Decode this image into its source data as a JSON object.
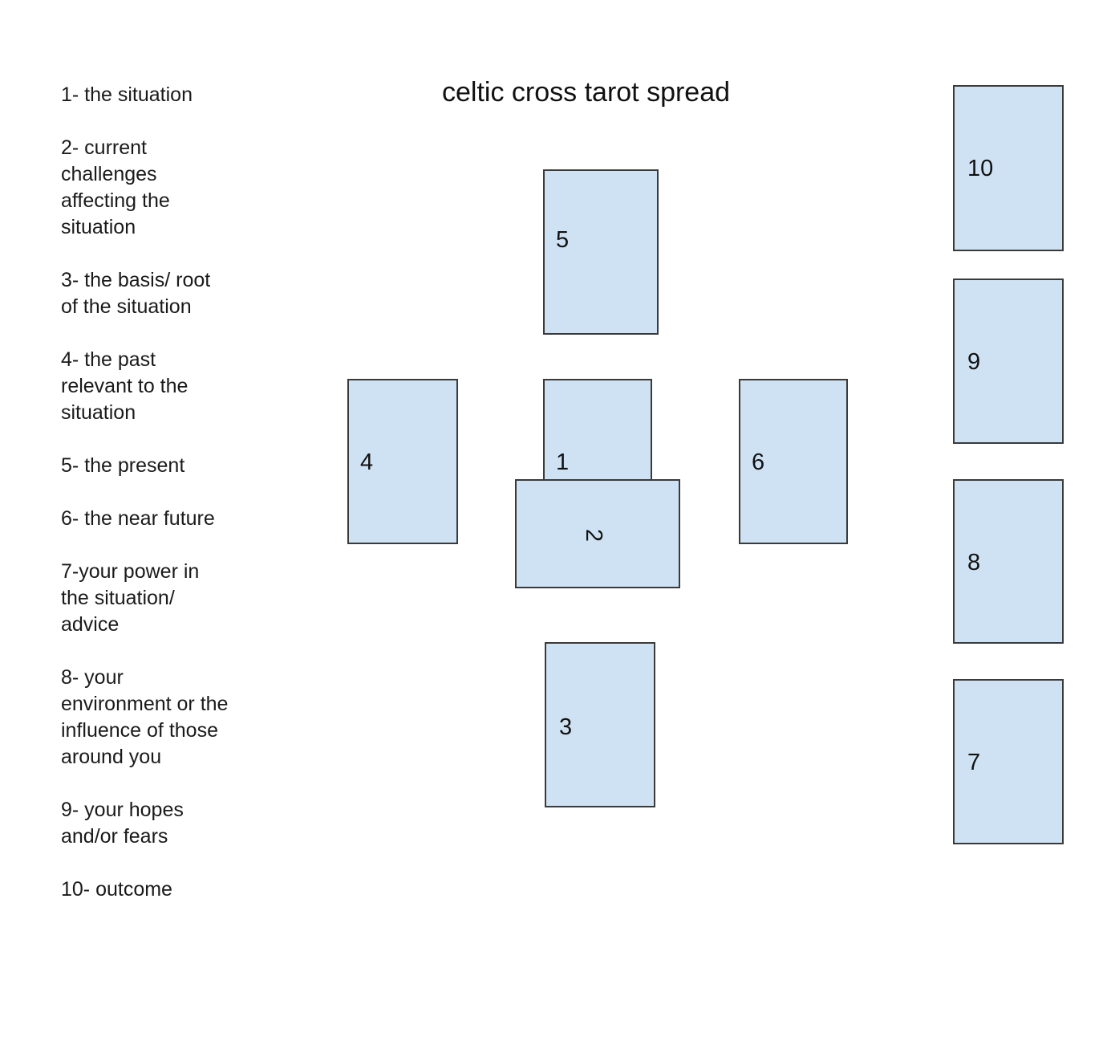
{
  "title": "celtic cross tarot spread",
  "legend": [
    "1- the situation",
    "2- current challenges affecting the situation",
    "3- the basis/ root of the situation",
    "4- the past relevant to the situation",
    "5- the present",
    "6- the near future",
    "7-your power in the situation/ advice",
    "8- your environment or the influence of those around you",
    "9- your hopes and/or fears",
    "10- outcome"
  ],
  "cards": {
    "c1": "1",
    "c2": "2",
    "c3": "3",
    "c4": "4",
    "c5": "5",
    "c6": "6",
    "c7": "7",
    "c8": "8",
    "c9": "9",
    "c10": "10"
  },
  "colors": {
    "card_fill": "#cfe2f3",
    "card_border": "#3a3a3a"
  }
}
